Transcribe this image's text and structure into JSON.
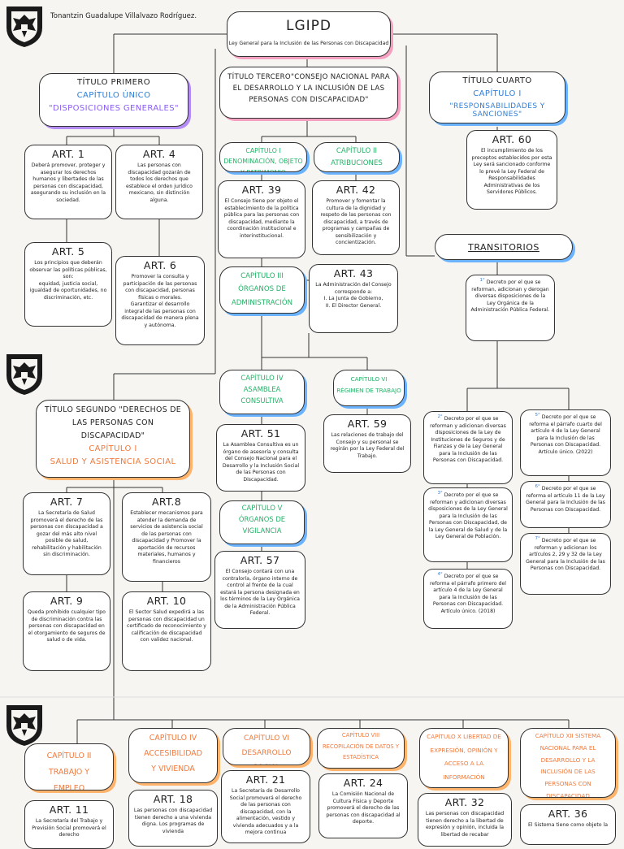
{
  "header": {
    "author": "Tonantzin Guadalupe Villalvazo Rodríguez.",
    "title": "LGIPD",
    "subtitle": "Ley General para la Inclusión de las Personas con Discapacidad"
  },
  "colors": {
    "blue": "#2f7ed8",
    "green": "#22b266",
    "orange": "#f07a3c",
    "pink": "#e05a86",
    "purple": "#8b5cf6"
  },
  "icons": {
    "logo": "university-shield-icon"
  },
  "titulo_primero": {
    "heading": "TÍTULO PRIMERO",
    "chapter": "CAPÍTULO ÚNICO",
    "name": "\"DISPOSICIONES GENERALES\"",
    "articles": [
      {
        "title": "ART. 1",
        "text": "Deberá promover, proteger y asegurar los derechos humanos y libertades de las personas con discapacidad, asegurando su inclusión en la sociedad."
      },
      {
        "title": "ART. 4",
        "text": "Las personas con discapacidad gozarán de todos los derechos que establece el orden jurídico mexicano, sin distinción alguna."
      },
      {
        "title": "ART. 5",
        "text": "Los principios que deberán observar las políticas públicas, son:\nequidad, justicia social, igualdad de oportunidades, no discriminación, etc."
      },
      {
        "title": "ART. 6",
        "text": "Promover la consulta y participación de las personas con discapacidad, personas físicas o morales.\nGarantizar el desarrollo integral de las personas con discapacidad de manera plena y autónoma."
      }
    ]
  },
  "titulo_tercero": {
    "heading": "TÍTULO TERCERO\"CONSEJO NACIONAL PARA EL DESARROLLO Y LA INCLUSIÓN DE LAS PERSONAS CON DISCAPACIDAD\"",
    "cap1": "CAPÍTULO I DENOMINACIÓN, OBJETO Y PATRIMONIO",
    "cap2": "CAPÍTULO II ATRIBUCIONES",
    "cap3": "CAPÍTULO III ÓRGANOS DE ADMINISTRACIÓN",
    "cap4": "CAPÍTULO IV ASAMBLEA CONSULTIVA",
    "cap5": "CAPÍTULO V ÓRGANOS DE VIGILANCIA",
    "cap6": "CAPÍTULO VI RÉGIMEN DE TRABAJO",
    "art39": {
      "title": "ART. 39",
      "text": "El Consejo tiene por objeto el establecimiento de la política pública para las personas con discapacidad, mediante la coordinación institucional e interinstitucional."
    },
    "art42": {
      "title": "ART. 42",
      "text": "Promover y fomentar la cultura de la dignidad y respeto de las personas con discapacidad, a través de programas y campañas de sensibilización y concientización."
    },
    "art43": {
      "title": "ART. 43",
      "text": "La Administración del Consejo corresponde a:\nI. La Junta de Gobierno,\nII. El Director General."
    },
    "art51": {
      "title": "ART. 51",
      "text": "La Asamblea Consultiva es un órgano de asesoría y consulta del Consejo Nacional para el Desarrollo y la Inclusión Social de las Personas con Discapacidad."
    },
    "art57": {
      "title": "ART. 57",
      "text": "El Consejo contará con una contraloría, órgano interno de control al frente de la cual estará la persona designada en los términos de la Ley Orgánica de la Administración Pública Federal."
    },
    "art59": {
      "title": "ART. 59",
      "text": "Las relaciones de trabajo del Consejo y su personal se regirán por la Ley Federal del Trabajo."
    }
  },
  "titulo_cuarto": {
    "heading": "TÍTULO CUARTO",
    "chapter": "CAPÍTULO I",
    "name": "\"RESPONSABILIDADES Y SANCIONES\"",
    "art60": {
      "title": "ART. 60",
      "text": "El incumplimiento de los preceptos establecidos por esta Ley será sancionado conforme lo prevé la Ley Federal de Responsabilidades Administrativas de los Servidores Públicos."
    }
  },
  "transitorios": {
    "heading": "TRANSITORIOS",
    "items": [
      {
        "num": "1°",
        "text": "Decreto por el que se reforman, adicionan y derogan diversas disposiciones de la Ley Orgánica de la Administración Pública Federal."
      },
      {
        "num": "2°",
        "text": "Decreto por el que se reforman y adicionan diversas disposiciones de la Ley de Instituciones de Seguros y de Fianzas y de la Ley General para la Inclusión de las Personas con Discapacidad."
      },
      {
        "num": "3°",
        "text": "Decreto por el que se reforman y adicionan diversas disposiciones de la Ley General para la Inclusión de las Personas con Discapacidad, de la Ley General de Salud y de la Ley General de Población."
      },
      {
        "num": "4°",
        "text": "Decreto por el que se reforma el párrafo primero del artículo 4 de la Ley General para la Inclusión de las Personas con Discapacidad. Artículo único. (2018)"
      },
      {
        "num": "5°",
        "text": "Decreto por el que se reforma el párrafo cuarto del artículo 4 de la Ley General para la Inclusión de las Personas con Discapacidad. Artículo único. (2022)"
      },
      {
        "num": "6°",
        "text": "Decreto por el que se reforma el artículo 11 de la Ley General para la Inclusión de las Personas con Discapacidad."
      },
      {
        "num": "7°",
        "text": "Decreto por el que se reforman y adicionan los artículos 2, 29 y 32 de la Ley General para la Inclusión de las Personas con Discapacidad."
      }
    ]
  },
  "titulo_segundo": {
    "heading": "TÍTULO SEGUNDO \"DERECHOS DE LAS PERSONAS CON DISCAPACIDAD\"",
    "chapter": "CAPÍTULO I",
    "name": "SALUD Y ASISTENCIA SOCIAL",
    "articles": [
      {
        "title": "ART. 7",
        "text": "La Secretaría de Salud promoverá el derecho de las personas con discapacidad a gozar del más alto nivel posible de salud, rehabilitación y habilitación sin discriminación."
      },
      {
        "title": "ART.8",
        "text": "Establecer mecanismos para atender la demanda de servicios de asistencia social de las personas con discapacidad y Promover la aportación de recursos materiales, humanos y financieros"
      },
      {
        "title": "ART. 9",
        "text": "Queda prohibido cualquier tipo de discriminación contra las personas con discapacidad en el otorgamiento de seguros de salud o de vida."
      },
      {
        "title": "ART. 10",
        "text": "El Sector Salud expedirá a las personas con discapacidad un certificado de reconocimiento y calificación de discapacidad con validez nacional."
      }
    ],
    "more_chapters": [
      {
        "label": "CAPÍTULO II TRABAJO Y EMPLEO",
        "art_title": "ART. 11",
        "art_text": "La Secretaría del Trabajo y Previsión Social promoverá el derecho"
      },
      {
        "label": "CAPÍTULO IV ACCESIBILIDAD Y VIVIENDA",
        "art_title": "ART. 18",
        "art_text": "Las personas con discapacidad tienen derecho a una vivienda digna. Los programas de vivienda"
      },
      {
        "label": "CAPÍTULO VI DESARROLLO SOCIAL",
        "art_title": "ART. 21",
        "art_text": "La Secretaría de Desarrollo Social promoverá el derecho de las personas con discapacidad, con la alimentación, vestido y vivienda adecuados y a la mejora continua"
      },
      {
        "label": "CAPÍTULO VIII RECOPILACIÓN DE DATOS Y ESTADÍSTICA",
        "art_title": "ART. 24",
        "art_text": "La Comisión Nacional de Cultura Física y Deporte promoverá el derecho de las personas con discapacidad al deporte."
      },
      {
        "label": "CAPÍTULO X LIBERTAD DE EXPRESIÓN, OPINIÓN Y ACCESO A LA INFORMACIÓN",
        "art_title": "ART. 32",
        "art_text": "Las personas con discapacidad tienen derecho a la libertad de expresión y opinión, incluida la libertad de recabar"
      },
      {
        "label": "CAPÍTULO XII SISTEMA NACIONAL PARA EL DESARROLLO Y LA INCLUSIÓN DE LAS PERSONAS CON DISCAPACIDAD",
        "art_title": "ART. 36",
        "art_text": "El Sistema tiene como objeto la"
      }
    ]
  }
}
